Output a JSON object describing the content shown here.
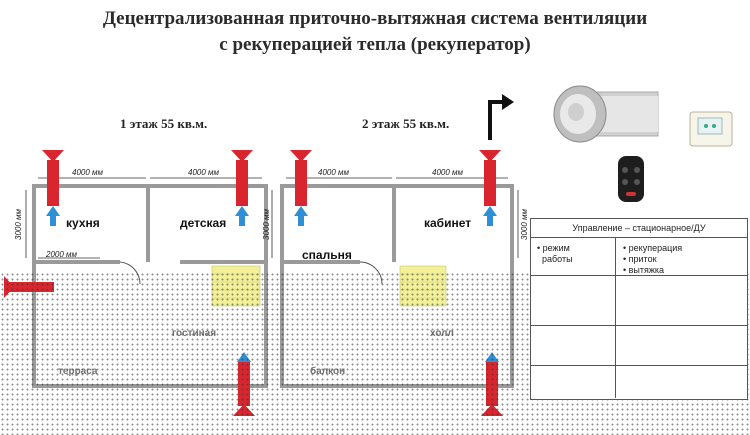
{
  "title": {
    "line1": "Децентрализованная приточно-вытяжная система вентиляции",
    "line2": "с рекуперацией тепла (рекуператор)"
  },
  "floors": [
    {
      "label": "1 этаж 55 кв.м."
    },
    {
      "label": "2 этаж 55 кв.м."
    }
  ],
  "rooms": {
    "kitchen": "кухня",
    "kids": "детская",
    "bedroom": "спальня",
    "cabinet": "кабинет",
    "living": "гостиная",
    "hall": "холл",
    "terrace": "терраса",
    "balcony": "балкон"
  },
  "dimensions": {
    "w4000": "4000 мм",
    "w2000": "2000 мм",
    "h3000": "3000 мм"
  },
  "control": {
    "header": "Управление – стационарное/ДУ",
    "mode_label": "• режим\n  работы",
    "modes": [
      "• рекуперация",
      "• приток",
      "• вытяжка"
    ]
  },
  "colors": {
    "supply": "#d9262e",
    "exhaust": "#2f8fd6",
    "wall": "#9a9a9a",
    "stairs": "#f3f09a"
  }
}
